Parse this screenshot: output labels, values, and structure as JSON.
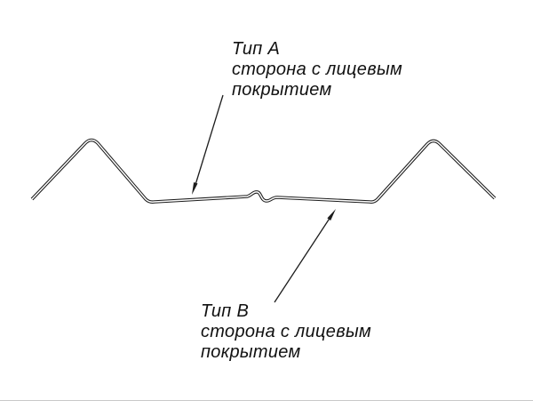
{
  "drawing": {
    "background": "#ffffff",
    "line_color": "#1c1c1c",
    "description": "profile-cross-section"
  },
  "labels": {
    "type_a": {
      "title": "Тип А",
      "line1": "сторона с лицевым",
      "line2": "покрытием"
    },
    "type_b": {
      "title": "Тип В",
      "line1": "сторона с лицевым",
      "line2": "покрытием"
    }
  }
}
